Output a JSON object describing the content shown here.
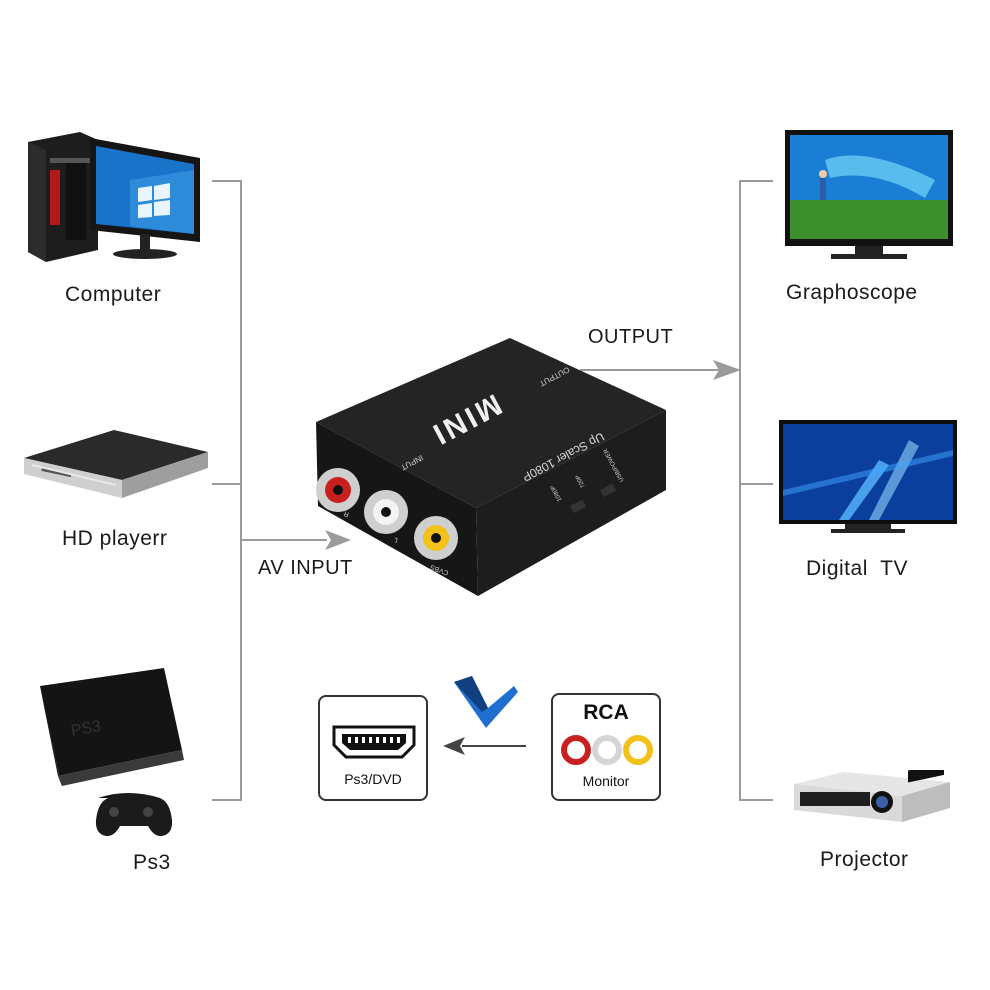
{
  "left_devices": [
    {
      "label": "Computer",
      "icon": "computer-icon"
    },
    {
      "label": "HD playerr",
      "icon": "hd-player-icon"
    },
    {
      "label": "Ps3",
      "icon": "ps3-console-icon"
    }
  ],
  "right_devices": [
    {
      "label": "Graphoscope",
      "icon": "tv-icon"
    },
    {
      "label": "Digital  TV",
      "icon": "digital-tv-icon"
    },
    {
      "label": "Projector",
      "icon": "projector-icon"
    }
  ],
  "input_label": "AV INPUT",
  "output_label": "OUTPUT",
  "device": {
    "brand": "MINI",
    "subtitle": "Up Scaler 1080P",
    "input_text": "INPUT",
    "output_text": "OUTPUT",
    "port_r": "R",
    "port_l": "L",
    "port_cvbs": "CVBS",
    "switch_label_1": "1080P",
    "switch_label_2": "720P",
    "usb_label": "USB/POWER"
  },
  "legend": {
    "hdmi_label": "Ps3/DVD",
    "rca_title": "RCA",
    "rca_label": "Monitor"
  },
  "colors": {
    "connector_line": "#9a9a9a",
    "device_body": "#1c1c1c",
    "rca_red": "#c8201e",
    "rca_white": "#e6e6e6",
    "rca_yellow": "#f2c21b",
    "check_blue": "#1f6fd1"
  }
}
